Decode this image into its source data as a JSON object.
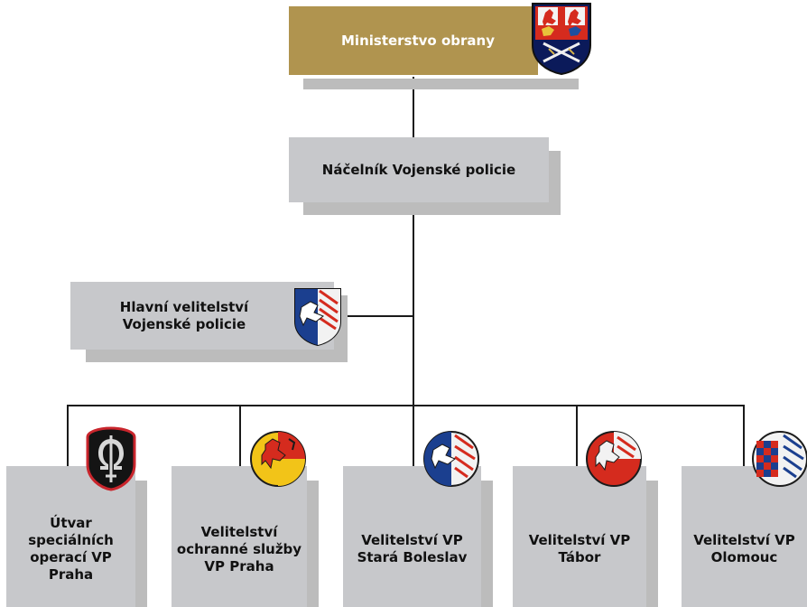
{
  "colors": {
    "ministry_fill": "#b0944f",
    "box_fill": "#c7c8cb",
    "shadow": "#bcbcbc",
    "line": "#1a1a1a",
    "ministry_text": "#ffffff",
    "text": "#111111"
  },
  "ministry": {
    "label": "Ministerstvo obrany",
    "emblem": "ministry-of-defence-emblem"
  },
  "chief": {
    "label": "Náčelník Vojenské policie"
  },
  "hq": {
    "line1": "Hlavní velitelství",
    "line2": "Vojenské policie",
    "emblem": "military-police-shield-emblem"
  },
  "units": [
    {
      "lines": [
        "Útvar",
        "speciálních",
        "operací VP",
        "Praha"
      ],
      "emblem": "special-operations-omega-emblem"
    },
    {
      "lines": [
        "Velitelství",
        "ochranné služby",
        "VP Praha"
      ],
      "emblem": "protective-service-lion-emblem"
    },
    {
      "lines": [
        "Velitelství VP",
        "Stará Boleslav"
      ],
      "emblem": "stara-boleslav-eagle-emblem"
    },
    {
      "lines": [
        "Velitelství VP",
        "Tábor"
      ],
      "emblem": "tabor-lion-emblem"
    },
    {
      "lines": [
        "Velitelství VP",
        "Olomouc"
      ],
      "emblem": "olomouc-eagle-emblem"
    }
  ]
}
